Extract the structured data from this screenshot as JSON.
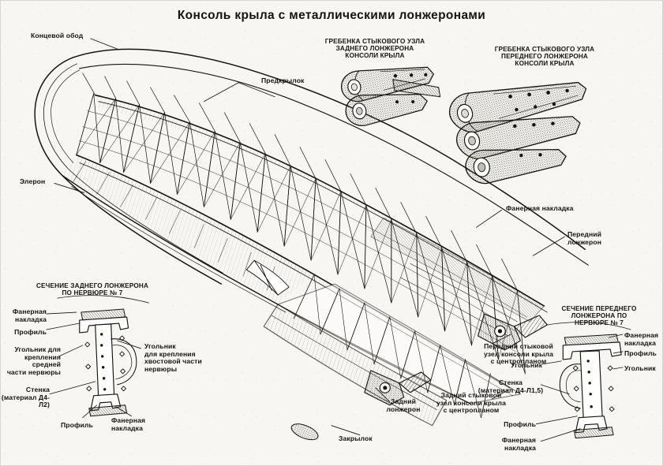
{
  "title": "Консоль крыла с металлическими лонжеронами",
  "headings": {
    "rear_comb": "ГРЕБЕНКА СТЫКОВОГО УЗЛА\nЗАДНЕГО  ЛОНЖЕРОНА\nКОНСОЛИ КРЫЛА",
    "front_comb": "ГРЕБЕНКА СТЫКОВОГО УЗЛА\nПЕРЕДНЕГО ЛОНЖЕРОНА\nКОНСОЛИ КРЫЛА",
    "rear_section": "СЕЧЕНИЕ ЗАДНЕГО ЛОНЖЕРОНА\nПО НЕРВЮРЕ № 7",
    "front_section": "СЕЧЕНИЕ ПЕРЕДНЕГО\nЛОНЖЕРОНА ПО\nНЕРВЮРЕ № 7"
  },
  "callouts": {
    "tip_bow": "Концевой обод",
    "slat": "Предкрылок",
    "aileron": "Элерон",
    "plywood_patch_main": "Фанерная накладка",
    "front_spar": "Передний\nлонжерон",
    "rear_spar": "Задний\nлонжерон",
    "rear_joint": "Задний стыковой\nузел консоли крыла\nс центропланом",
    "front_joint": "Передний стыковой\nузел консоли крыла\nс центропланом",
    "flap": "Закрылок"
  },
  "rear_section_labels": {
    "plywood_patch": "Фанерная\nнакладка",
    "profile": "Профиль",
    "angle_mid_rib": "Угольник  для\nкрепления средней\nчасти нервюры",
    "angle_tail_rib": "Угольник\nдля крепления\nхвостовой части\nнервюры",
    "web": "Стенка\n(материал  Д4-Л2)",
    "profile_bottom": "Профиль",
    "plywood_patch_bottom": "Фанерная\nнакладка"
  },
  "front_section_labels": {
    "plywood_patch_top": "Фанерная\nнакладка",
    "profile_top": "Профиль",
    "angle": "Угольник",
    "angle_left": "Угольник",
    "web": "Стенка\n(материал  Д4-Л1,5)",
    "profile_bottom": "Профиль",
    "plywood_patch_bottom": "Фанерная\nнакладка"
  },
  "colors": {
    "ink": "#14140f",
    "line": "#1b1b16",
    "paper": "#f7f6f3",
    "shade": "#8d8d85"
  }
}
